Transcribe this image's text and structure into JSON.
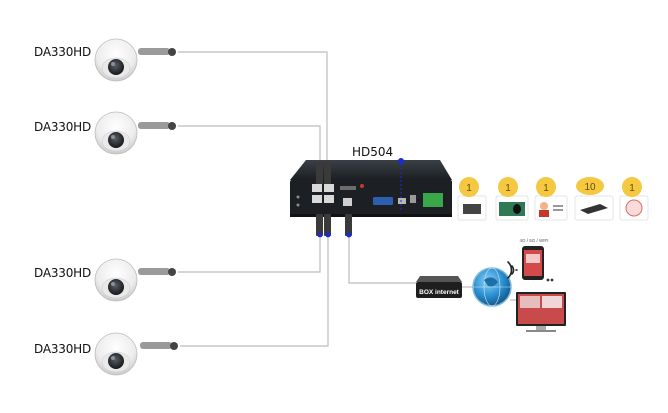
{
  "cameras": [
    {
      "model": "DA330HD"
    },
    {
      "model": "DA330HD"
    },
    {
      "model": "DA330HD"
    },
    {
      "model": "DA330HD"
    }
  ],
  "nvr": {
    "model": "HD504"
  },
  "router": {
    "label": "BOX internet"
  },
  "mobile": {
    "label": "4G / 5G / WIFI"
  },
  "accessories": [
    {
      "count": "1",
      "icon": "hard-drive-icon"
    },
    {
      "count": "1",
      "icon": "mouse-icon"
    },
    {
      "count": "1",
      "icon": "user-manual-icon"
    },
    {
      "count": "10",
      "icon": "power-adapter-icon"
    },
    {
      "count": "1",
      "icon": "remote-icon"
    }
  ],
  "colors": {
    "accent_badge": "#f5c842",
    "cable": "#b9b9b9",
    "port_dot": "#1a2bd6",
    "nvr_body": "#1f2327"
  }
}
